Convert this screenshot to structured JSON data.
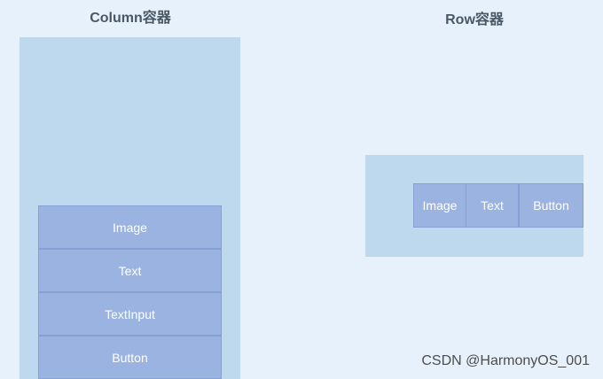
{
  "column_section": {
    "title": "Column容器",
    "items": [
      "Image",
      "Text",
      "TextInput",
      "Button"
    ]
  },
  "row_section": {
    "title": "Row容器",
    "items": [
      "Image",
      "Text",
      "Button"
    ]
  },
  "watermark": "CSDN @HarmonyOS_001",
  "colors": {
    "background": "#e6f1fc",
    "container": "#bed9ee",
    "child_item": "#9bb3e0",
    "title_text": "#4a5866"
  }
}
